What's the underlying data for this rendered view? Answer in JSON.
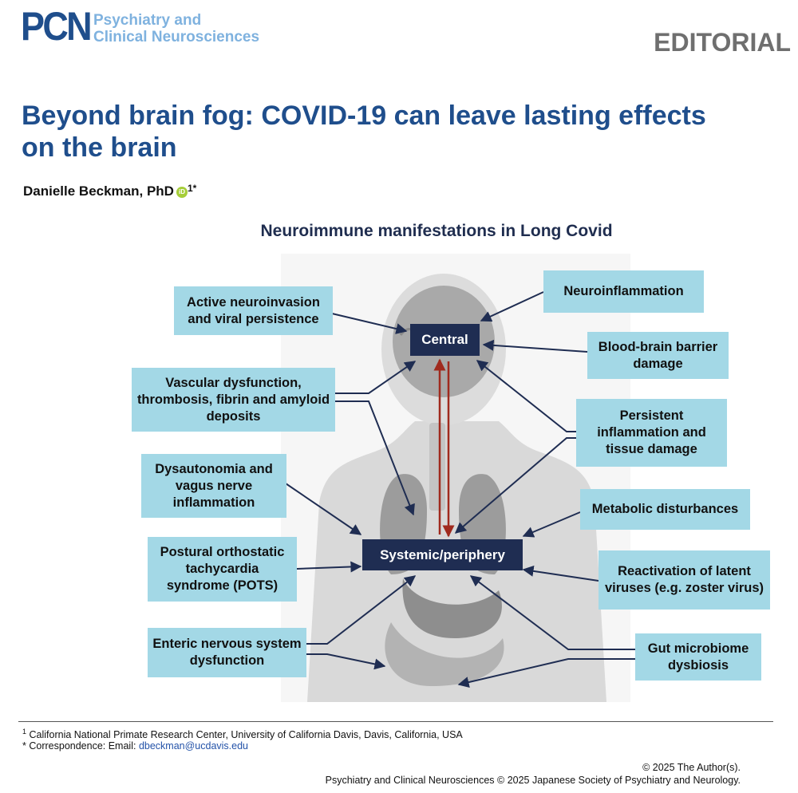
{
  "journal": {
    "abbr": "PCN",
    "name_line1": "Psychiatry and",
    "name_line2": "Clinical Neurosciences"
  },
  "article_type": "EDITORIAL",
  "title": "Beyond brain fog: COVID-19 can leave lasting effects on the brain",
  "author": {
    "name": "Danielle Beckman, PhD",
    "orcid_label": "iD",
    "affil_marks": "1*"
  },
  "figure": {
    "title": "Neuroimmune manifestations in Long Covid",
    "hubs": {
      "central": "Central",
      "systemic": "Systemic/periphery"
    },
    "left_labels": [
      "Active neuroinvasion and viral persistence",
      "Vascular dysfunction, thrombosis, fibrin and amyloid deposits",
      "Dysautonomia and vagus nerve inflammation",
      "Postural orthostatic tachycardia syndrome (POTS)",
      "Enteric nervous system dysfunction"
    ],
    "right_labels": [
      "Neuroinflammation",
      "Blood-brain barrier damage",
      "Persistent inflammation and tissue damage",
      "Metabolic disturbances",
      "Reactivation of latent viruses (e.g. zoster virus)",
      "Gut microbiome dysbiosis"
    ],
    "colors": {
      "box": "#a3d8e6",
      "hub": "#1f2d52",
      "arrow": "#1f2d52",
      "axis_arrow": "#a02a1e"
    }
  },
  "footnotes": {
    "affiliation_mark": "1",
    "affiliation": "California National Primate Research Center, University of California Davis, Davis, California, USA",
    "correspondence_mark": "*",
    "correspondence_prefix": "Correspondence: Email: ",
    "email": "dbeckman@ucdavis.edu"
  },
  "copyright": {
    "line1": "© 2025 The Author(s).",
    "line2": "Psychiatry and Clinical Neurosciences © 2025 Japanese Society of Psychiatry and Neurology."
  }
}
